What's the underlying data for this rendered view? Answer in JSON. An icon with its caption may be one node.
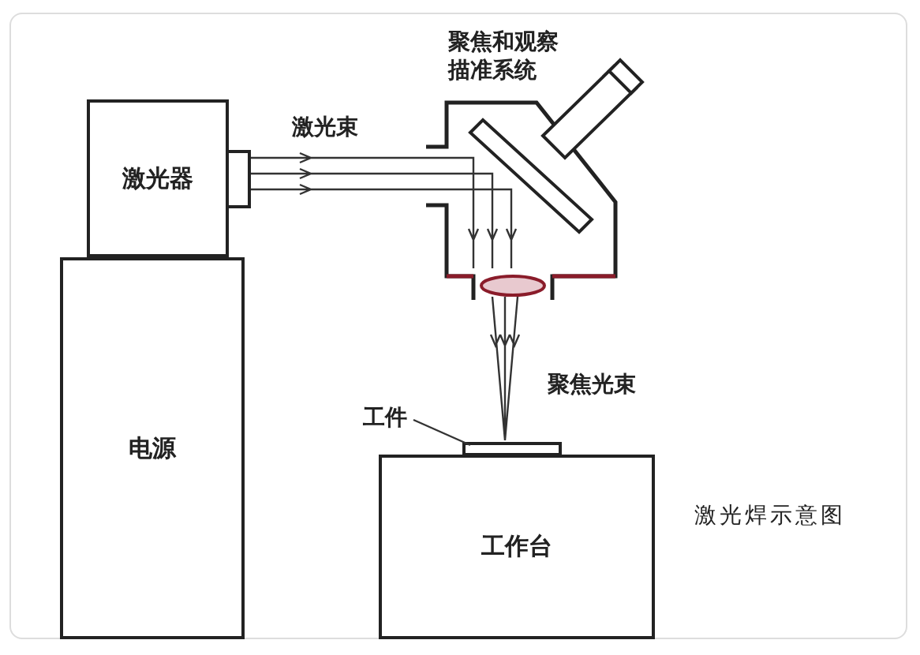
{
  "diagram": {
    "caption": "激光焊示意图",
    "nodes": [
      {
        "text": [
          "激光器"
        ]
      },
      {
        "text": [
          "电源"
        ]
      },
      {
        "text": [
          "聚焦和观察描准系统"
        ]
      },
      {
        "text": [
          "工件"
        ]
      },
      {
        "text": [],
        "shape": "box"
      },
      {
        "text": [
          "工作台"
        ]
      }
    ],
    "edges": [
      {
        "from": 0,
        "to": 2,
        "arrow": "to",
        "label": "激光束"
      },
      {
        "from": 2,
        "to": 4,
        "arrow": "to",
        "label": "聚焦光束"
      },
      {
        "from": 3,
        "to": 4,
        "arrow": "none"
      }
    ]
  }
}
